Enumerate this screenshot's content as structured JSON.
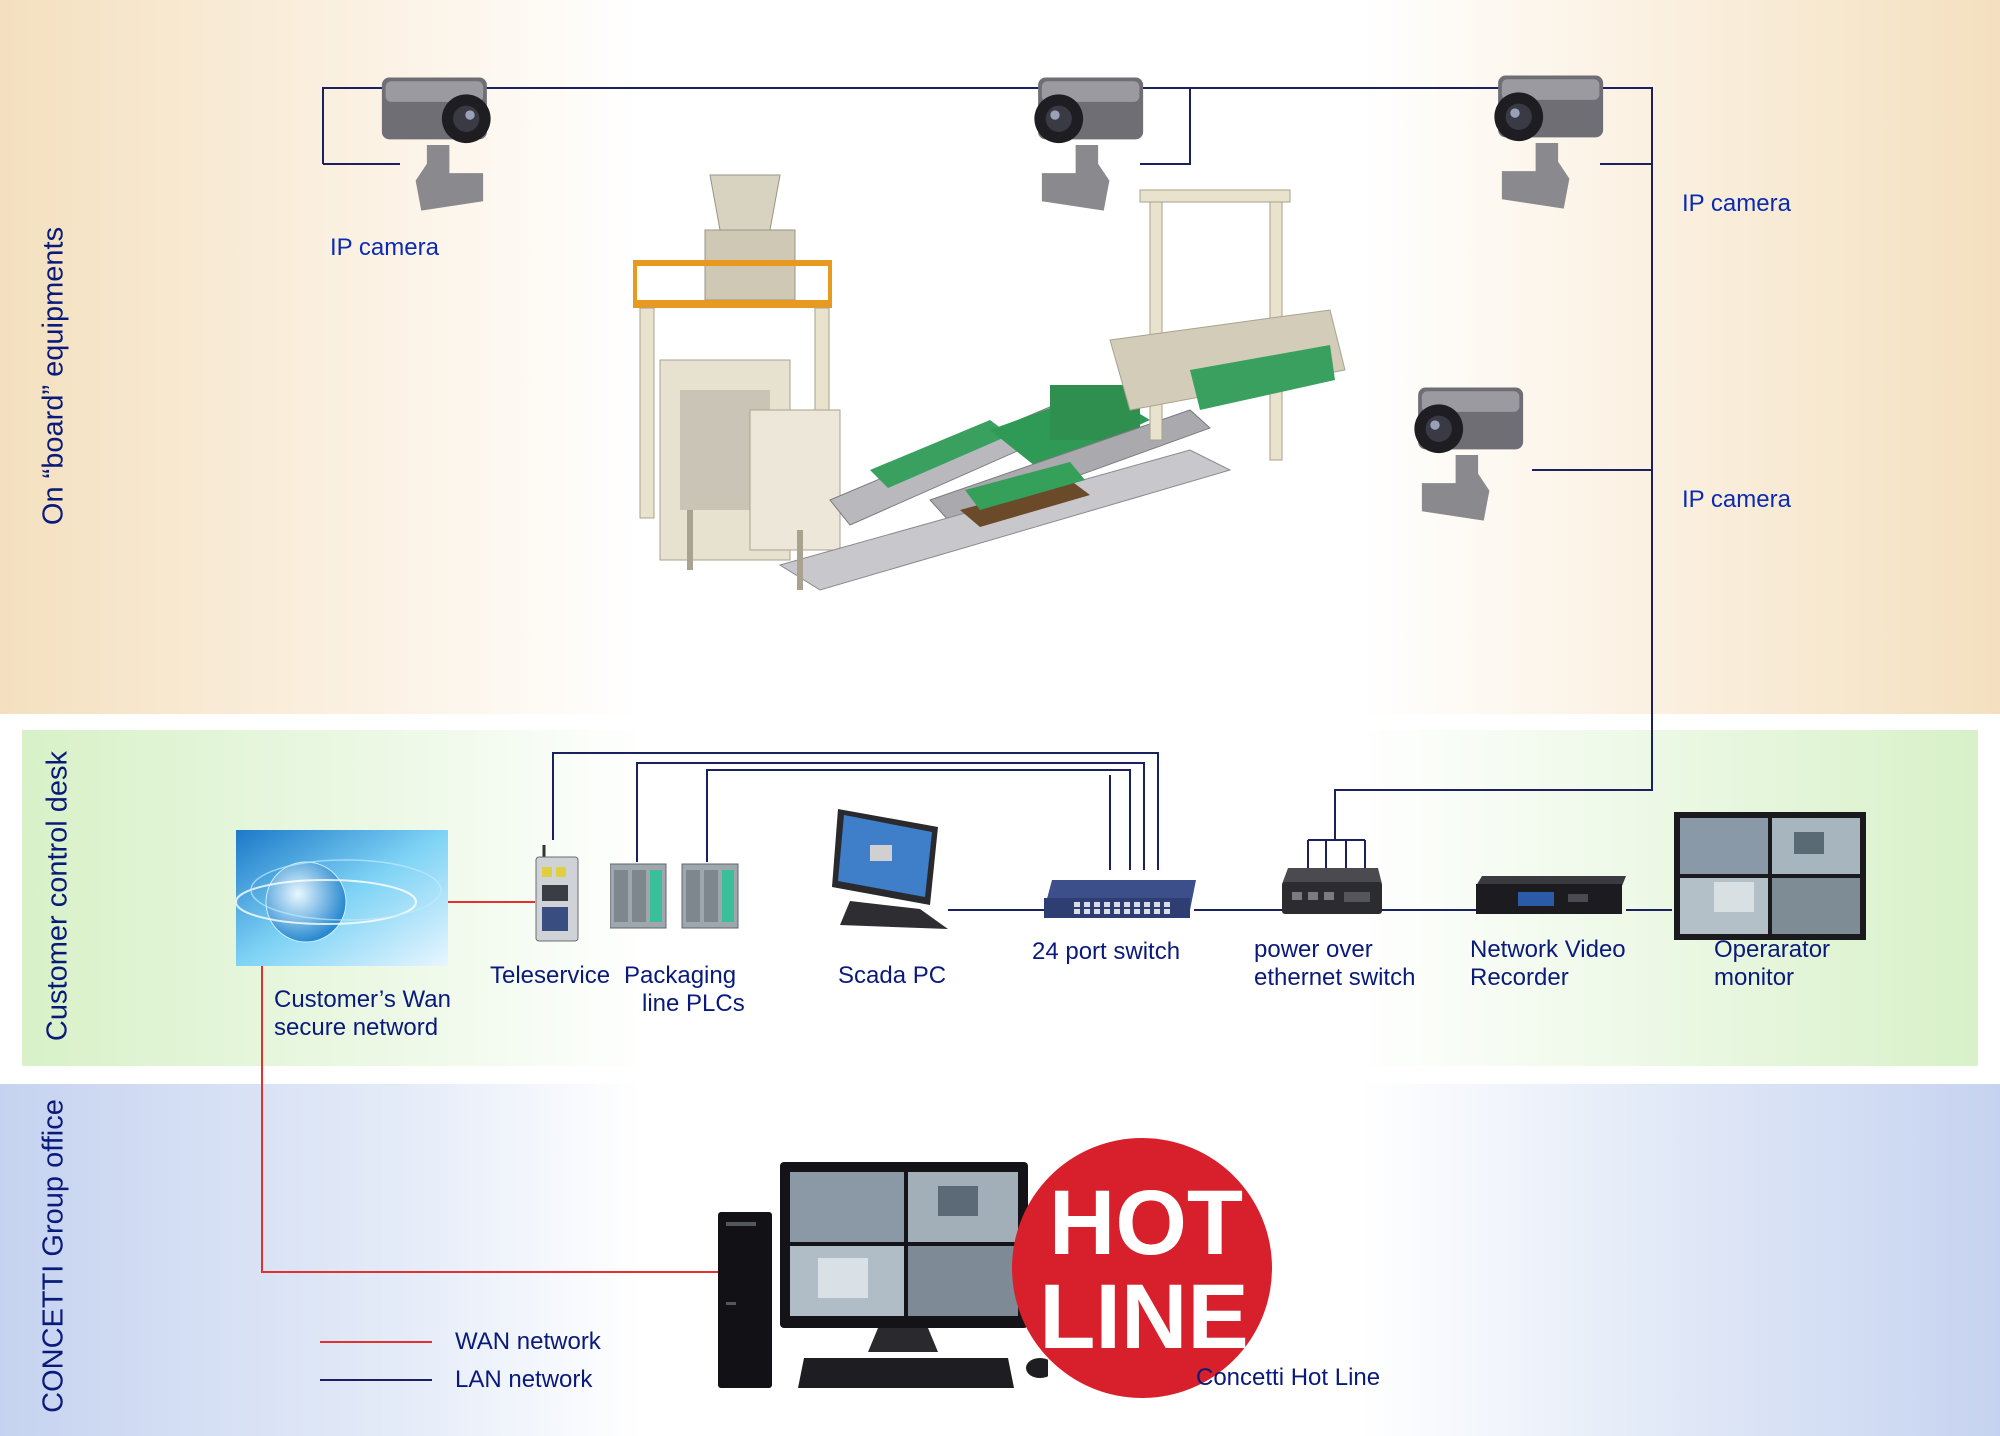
{
  "zones": {
    "board": "On “board” equipments",
    "desk": "Customer control desk",
    "office": "CONCETTI Group office"
  },
  "labels": {
    "ip_camera_1": "IP camera",
    "ip_camera_2": "IP camera",
    "ip_camera_3": "IP camera",
    "wan_line1": "Customer’s Wan",
    "wan_line2": "secure netword",
    "teleservice": "Teleservice",
    "plc_line1": "Packaging",
    "plc_line2": "line PLCs",
    "scada": "Scada PC",
    "switch24": "24 port switch",
    "poe_line1": "power over",
    "poe_line2": "ethernet switch",
    "nvr_line1": "Network Video",
    "nvr_line2": "Recorder",
    "monitor_line1": "Operarator",
    "monitor_line2": "monitor",
    "hotline_caption": "Concetti Hot Line"
  },
  "hotline_logo": {
    "line1": "HOT",
    "line2": "LINE"
  },
  "legend": {
    "wan": "WAN network",
    "lan": "LAN network"
  },
  "colors": {
    "wan": "#e53030",
    "lan": "#1a2060",
    "hotline": "#d7202b",
    "label": "#0b2bb0"
  }
}
